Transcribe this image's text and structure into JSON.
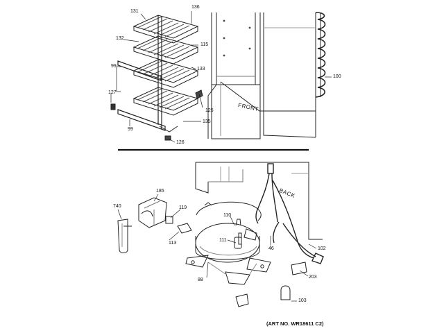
{
  "diagram": {
    "upper_labels": {
      "p131": "131",
      "p136": "136",
      "p132": "132",
      "p115": "115",
      "p99a": "99",
      "p133": "133",
      "p100": "100",
      "p127": "127",
      "p125": "125",
      "p135": "135",
      "p99b": "99",
      "p126": "126"
    },
    "lower_labels": {
      "p740": "740",
      "p185": "185",
      "p119": "119",
      "p113": "113",
      "p110": "110",
      "p111": "111",
      "p46": "46",
      "p102": "102",
      "p88": "88",
      "p203": "203",
      "p103": "103"
    },
    "side_text": {
      "front": "FRONT",
      "back": "BACK"
    },
    "art_number": "(ART NO. WR18611 C2)"
  }
}
